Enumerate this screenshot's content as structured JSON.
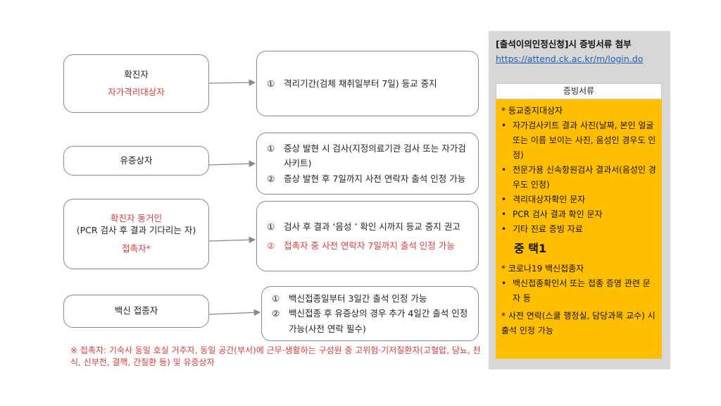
{
  "categories": [
    {
      "title": "확진자",
      "subtitle": "자가격리대상자"
    },
    {
      "title": "유증상자"
    },
    {
      "title": "확진자 동거인",
      "note": "(PCR 검사 후 결과 기다리는 자)",
      "subtitle": "접촉자*"
    },
    {
      "title": "백신 접종자"
    }
  ],
  "actions": [
    {
      "items": [
        {
          "num": "①",
          "text": "격리기간(검체 채취일부터 7일) 등교 중지"
        }
      ]
    },
    {
      "items": [
        {
          "num": "①",
          "text": "증상 발현 시 검사(지정의료기관 검사 또는 자가검사키트)"
        },
        {
          "num": "②",
          "text": "증상 발현 후 7일까지 사전 연락자 출석 인정 가능"
        }
      ]
    },
    {
      "items": [
        {
          "num": "①",
          "text": "검사 후 결과 ‘음성 ’ 확인 시까지 등교 중지 권고"
        },
        {
          "num": "②",
          "text": "접촉자 중 사전 연락자 7일까지 출석 인정 가능"
        }
      ]
    },
    {
      "items": [
        {
          "num": "①",
          "text": "백신접종일부터 3일간 출석 인정 가능"
        },
        {
          "num": "②",
          "text": "백신접종 후 유증상의 경우 추가 4일간 출석 인정 가능(사전 연락 필수)"
        }
      ]
    }
  ],
  "footnote": "※ 접촉자: 기숙사 동일 호실 거주자, 동일 공간(부서)에 근무·생활하는 구성원 중 고위험·기저질환자(고혈압, 당뇨, 천식, 신부전, 결핵, 간질환 등) 및 유증상자",
  "panel": {
    "title": "[출석이의인정신청]시 증빙서류 첨부",
    "link": "https://attend.ck.ac.kr/m/login.do",
    "docs_header": "증빙서류",
    "group1_title": "* 등교중지대상자",
    "group1_items": [
      "자가검사키트 결과 사진(날짜, 본인 얼굴 또는 이름 보이는 사진, 음성인 경우도 인정)",
      "전문가용 신속항원검사 결과서(음성인 경우도 인정)",
      "격리대상자확인 문자",
      "PCR 검사 결과 확인 문자",
      "기타 진료 증빙 자료"
    ],
    "choose": "중 택1",
    "group2_title": "* 코로나19 백신접종자",
    "group2_items": [
      "백신접종확인서 또는 접종 증명 관련 문자 등"
    ],
    "closing": "* 사전 연락(스쿨 행정실, 담당과목 교수) 시 출석 인정 가능",
    "bullet": "•",
    "colors": {
      "panel_bg": "#d7d7d7",
      "docs_bg": "#ffbf00",
      "accent_red": "#e03a3a",
      "link": "#1a5fb4"
    }
  }
}
